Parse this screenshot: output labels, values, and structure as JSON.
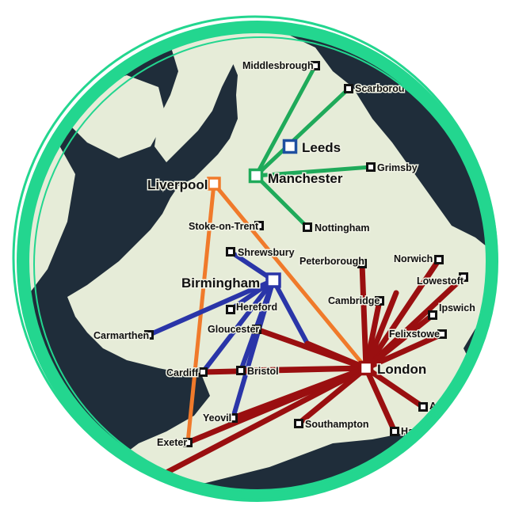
{
  "colors": {
    "sea": "#1f2d3a",
    "land": "#e6ecd8",
    "ring": "#23d68f",
    "north": "#1faa5a",
    "liverpool": "#f07a2b",
    "birmingham": "#2a35a8",
    "london": "#9a0f10",
    "leeds": "#1e4fa0"
  },
  "hubs": [
    {
      "id": "london",
      "label": "London",
      "color": "london"
    },
    {
      "id": "birmingham",
      "label": "Birmingham",
      "color": "birmingham"
    },
    {
      "id": "manchester",
      "label": "Manchester",
      "color": "north"
    },
    {
      "id": "liverpool",
      "label": "Liverpool",
      "color": "liverpool"
    },
    {
      "id": "leeds",
      "label": "Leeds",
      "color": "leeds"
    }
  ],
  "places": [
    {
      "id": "middlesbrough",
      "label": "Middlesbrough"
    },
    {
      "id": "scarborough",
      "label": "Scarborou"
    },
    {
      "id": "grimsby",
      "label": "Grimsby"
    },
    {
      "id": "nottingham",
      "label": "Nottingham"
    },
    {
      "id": "stoke",
      "label": "Stoke-on-Trent"
    },
    {
      "id": "shrewsbury",
      "label": "Shrewsbury"
    },
    {
      "id": "peterborough",
      "label": "Peterborough"
    },
    {
      "id": "norwich",
      "label": "Norwich"
    },
    {
      "id": "lowestoft",
      "label": "Lowestoft"
    },
    {
      "id": "ipswich",
      "label": "Ipswich"
    },
    {
      "id": "felixstowe",
      "label": "Felixstowe"
    },
    {
      "id": "cambridge",
      "label": "Cambridge"
    },
    {
      "id": "hereford",
      "label": "Hereford"
    },
    {
      "id": "gloucester",
      "label": "Gloucester"
    },
    {
      "id": "carmarthen",
      "label": "Carmarthen"
    },
    {
      "id": "cardiff",
      "label": "Cardiff"
    },
    {
      "id": "bristol",
      "label": "Bristol"
    },
    {
      "id": "yeovil",
      "label": "Yeovil"
    },
    {
      "id": "southampton",
      "label": "Southampton"
    },
    {
      "id": "exeter",
      "label": "Exeter"
    },
    {
      "id": "hastings",
      "label": "Hasti"
    },
    {
      "id": "ashford",
      "label": "A"
    }
  ],
  "routes": [
    {
      "from": "manchester",
      "to": "middlesbrough",
      "color": "north"
    },
    {
      "from": "manchester",
      "to": "scarborough",
      "color": "north"
    },
    {
      "from": "manchester",
      "to": "grimsby",
      "color": "north"
    },
    {
      "from": "manchester",
      "to": "nottingham",
      "color": "north"
    },
    {
      "from": "liverpool",
      "to": "exeter",
      "color": "liverpool"
    },
    {
      "from": "liverpool",
      "to": "london",
      "color": "liverpool"
    },
    {
      "from": "birmingham",
      "to": "shrewsbury",
      "color": "birmingham"
    },
    {
      "from": "birmingham",
      "to": "carmarthen",
      "color": "birmingham"
    },
    {
      "from": "birmingham",
      "to": "cardiff",
      "color": "birmingham"
    },
    {
      "from": "birmingham",
      "to": "bristol",
      "color": "birmingham"
    },
    {
      "from": "birmingham",
      "to": "yeovil",
      "color": "birmingham"
    },
    {
      "from": "birmingham",
      "to": "hereford",
      "color": "birmingham"
    },
    {
      "from": "birmingham",
      "to": "gloucester",
      "color": "birmingham"
    },
    {
      "from": "birmingham",
      "to": "reading",
      "color": "birmingham"
    },
    {
      "from": "london",
      "to": "gloucester",
      "color": "london"
    },
    {
      "from": "london",
      "to": "cardiff",
      "color": "london"
    },
    {
      "from": "london",
      "to": "bristol",
      "color": "london"
    },
    {
      "from": "london",
      "to": "exeter",
      "color": "london"
    },
    {
      "from": "london",
      "to": "plymouth",
      "color": "london"
    },
    {
      "from": "london",
      "to": "yeovil",
      "color": "london"
    },
    {
      "from": "london",
      "to": "southampton",
      "color": "london"
    },
    {
      "from": "london",
      "to": "peterborough",
      "color": "london"
    },
    {
      "from": "london",
      "to": "cambridge",
      "color": "london"
    },
    {
      "from": "london",
      "to": "norwich",
      "color": "london"
    },
    {
      "from": "london",
      "to": "lowestoft",
      "color": "london"
    },
    {
      "from": "london",
      "to": "ipswich",
      "color": "london"
    },
    {
      "from": "london",
      "to": "felixstowe",
      "color": "london"
    },
    {
      "from": "london",
      "to": "hastings",
      "color": "london"
    },
    {
      "from": "london",
      "to": "ashford",
      "color": "london"
    },
    {
      "from": "london",
      "to": "reading",
      "color": "london"
    },
    {
      "from": "london",
      "to": "cambridge2",
      "color": "london"
    }
  ]
}
